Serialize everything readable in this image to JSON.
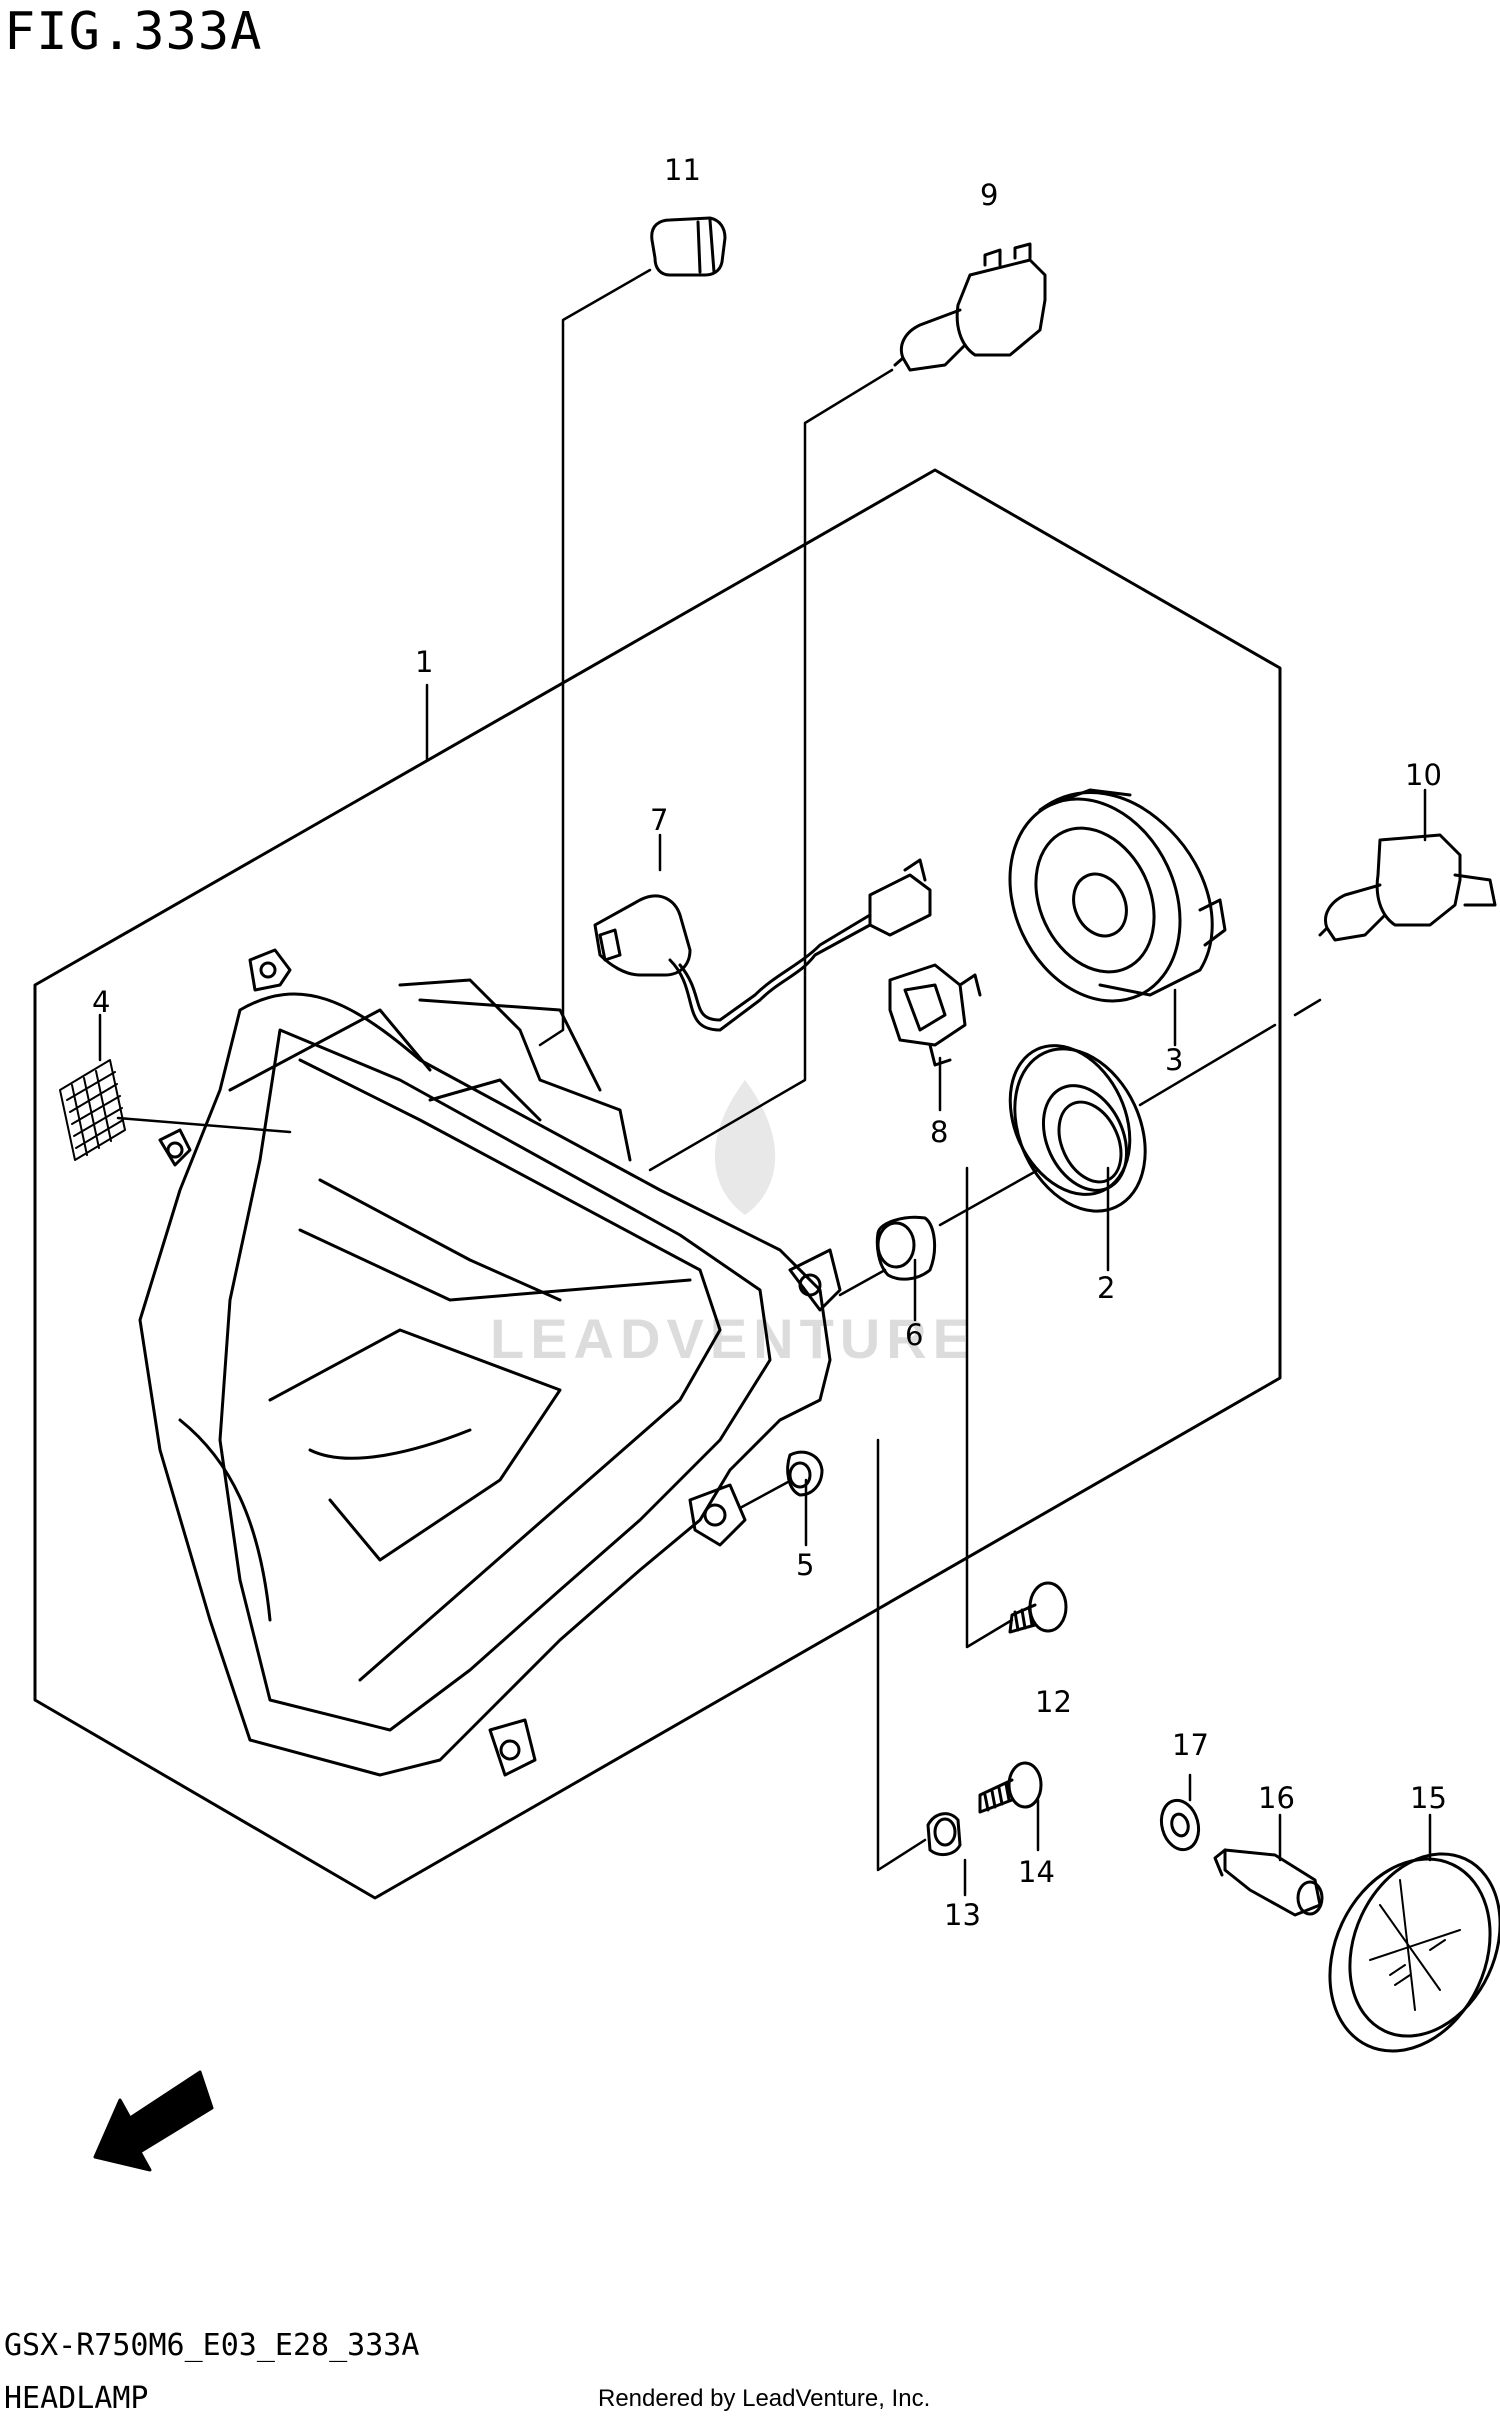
{
  "figure": {
    "title": "FIG.333A",
    "code": "GSX-R750M6_E03_E28_333A",
    "name": "HEADLAMP",
    "rendered_by": "Rendered by LeadVenture, Inc.",
    "watermark": "LEADVENTURE",
    "fwd_label": "FWD"
  },
  "callouts": [
    "1",
    "2",
    "3",
    "4",
    "5",
    "6",
    "7",
    "8",
    "9",
    "10",
    "11",
    "12",
    "13",
    "14",
    "15",
    "16",
    "17"
  ]
}
